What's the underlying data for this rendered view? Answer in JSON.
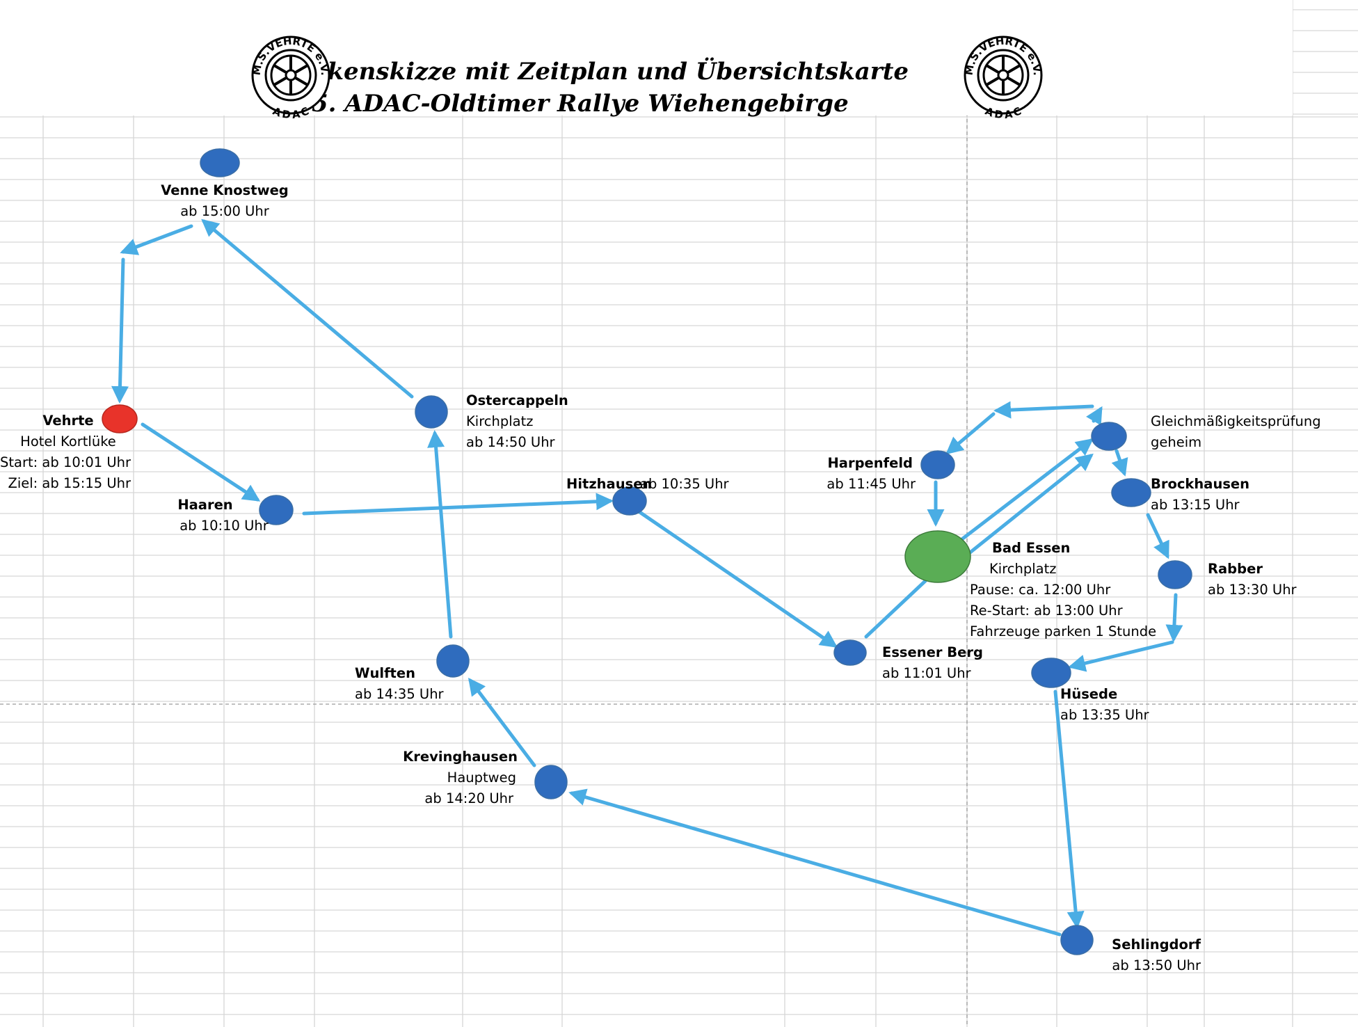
{
  "header": {
    "title_line1": "Streckenskizze mit Zeitplan und Übersichtskarte",
    "title_line2": "35. ADAC-Oldtimer Rallye Wiehengebirge"
  },
  "logo": {
    "top_text": "M.S.VEHRTE e.V.",
    "bottom_text": "ADAC"
  },
  "colors": {
    "route": "#4aade4",
    "stop": "#2f6cbe",
    "start_finish": "#e8332a",
    "pause": "#5aad55",
    "grid": "#d6d6d6"
  },
  "stops": [
    {
      "id": "venne",
      "name": "Venne Knostweg",
      "lines": [
        "ab 15:00 Uhr"
      ]
    },
    {
      "id": "vehrte",
      "name": "Vehrte",
      "lines": [
        "Hotel Kortlüke",
        "Start: ab 10:01 Uhr",
        "Ziel: ab 15:15 Uhr"
      ]
    },
    {
      "id": "ostercappeln",
      "name": "Ostercappeln",
      "lines": [
        "Kirchplatz",
        "ab 14:50 Uhr"
      ]
    },
    {
      "id": "haaren",
      "name": "Haaren",
      "lines": [
        "ab 10:10 Uhr"
      ]
    },
    {
      "id": "hitzhausen",
      "name": "Hitzhausen",
      "lines": [
        "ab 10:35 Uhr"
      ]
    },
    {
      "id": "wulften",
      "name": "Wulften",
      "lines": [
        "ab 14:35 Uhr"
      ]
    },
    {
      "id": "krevinghausen",
      "name": "Krevinghausen",
      "lines": [
        "Hauptweg",
        "ab 14:20 Uhr"
      ]
    },
    {
      "id": "essener-berg",
      "name": "Essener Berg",
      "lines": [
        "ab 11:01 Uhr"
      ]
    },
    {
      "id": "bad-essen",
      "name": "Bad Essen",
      "lines": [
        "Kirchplatz",
        "Pause: ca. 12:00 Uhr",
        "Re-Start: ab 13:00 Uhr",
        "Fahrzeuge parken 1 Stunde"
      ]
    },
    {
      "id": "harpenfeld",
      "name": "Harpenfeld",
      "lines": [
        "ab 11:45 Uhr"
      ]
    },
    {
      "id": "gleichmaessigkeit",
      "name": "",
      "lines": [
        "Gleichmäßigkeitsprüfung",
        "geheim"
      ]
    },
    {
      "id": "brockhausen",
      "name": "Brockhausen",
      "lines": [
        "ab 13:15 Uhr"
      ]
    },
    {
      "id": "rabber",
      "name": "Rabber",
      "lines": [
        "ab 13:30 Uhr"
      ]
    },
    {
      "id": "huesede",
      "name": "Hüsede",
      "lines": [
        "ab 13:35 Uhr"
      ]
    },
    {
      "id": "sehlingdorf",
      "name": "Sehlingdorf",
      "lines": [
        "ab 13:50 Uhr"
      ]
    }
  ]
}
